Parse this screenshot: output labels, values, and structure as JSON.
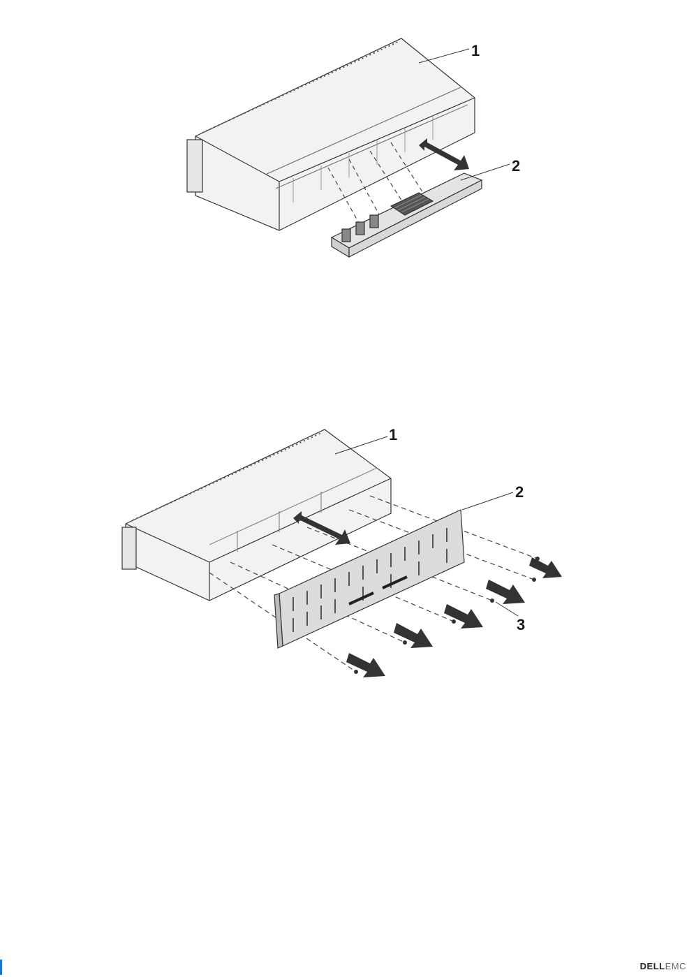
{
  "figures": [
    {
      "callouts": [
        "1",
        "2"
      ]
    },
    {
      "callouts": [
        "1",
        "2",
        "3"
      ]
    }
  ],
  "footer": {
    "logo_part1": "DELL",
    "logo_part2": "EMC"
  }
}
